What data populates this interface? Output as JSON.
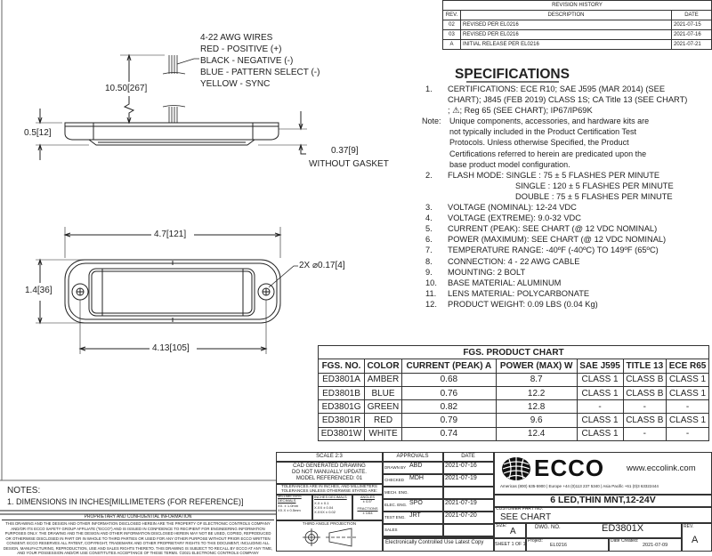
{
  "revision_history": {
    "title": "REVISION HISTORY",
    "headers": [
      "REV.",
      "DESCRIPTION",
      "DATE"
    ],
    "rows": [
      [
        "02",
        "REVISED PER EL0216",
        "2021-07-15"
      ],
      [
        "03",
        "REVISED PER EL0216",
        "2021-07-16"
      ],
      [
        "A",
        "INITIAL RELEASE PER EL0216",
        "2021-07-21"
      ]
    ]
  },
  "side_view": {
    "wires": [
      "4-22 AWG WIRES",
      "RED - POSITIVE (+)",
      "BLACK - NEGATIVE (-)",
      "BLUE - PATTERN SELECT (-)",
      "YELLOW - SYNC"
    ],
    "wire_length": "10.50[267]",
    "height": "0.5[12]",
    "height_no_gasket": "0.37[9]",
    "height_no_gasket_note": "WITHOUT GASKET"
  },
  "top_view": {
    "length": "4.7[121]",
    "width": "1.4[36]",
    "hole_spacing": "4.13[105]",
    "holes": "2X ⌀0.17[4]"
  },
  "specifications": {
    "title": "SPECIFICATIONS",
    "cert": [
      "1.",
      "CERTIFICATIONS: ECE R10; SAE J595 (MAR 2014) (SEE",
      "CHART); J845 (FEB 2019) CLASS 1S; CA Title 13 (SEE CHART)",
      "; ⚠; Reg 65 (SEE CHART);  IP67/IP69K"
    ],
    "note_label": "Note:",
    "note": [
      "Unique components, accessories, and hardware kits are",
      "not typically included in the Product Certification Test",
      "Protocols.  Unless otherwise Specified, the Product",
      "Certifications referred to herein are predicated upon the",
      "base product model configuration."
    ],
    "flash": [
      "2.",
      "FLASH MODE: SINGLE : 75 ± 5 FLASHES PER MINUTE",
      "SINGLE : 120 ± 5 FLASHES PER MINUTE",
      "DOUBLE : 75 ± 5 FLASHES PER MINUTE"
    ],
    "items": [
      [
        "3.",
        "VOLTAGE (NOMINAL): 12-24 VDC"
      ],
      [
        "4.",
        "VOLTAGE (EXTREME): 9.0-32 VDC"
      ],
      [
        "5.",
        "CURRENT (PEAK): SEE CHART (@ 12 VDC NOMINAL)"
      ],
      [
        "6.",
        "POWER (MAXIMUM): SEE CHART (@ 12 VDC NOMINAL)"
      ],
      [
        "7.",
        "TEMPERATURE RANGE: -40ºF (-40ºC) TO 149ºF (65ºC)"
      ],
      [
        "8.",
        "CONNECTION: 4 - 22 AWG CABLE"
      ],
      [
        "9.",
        "MOUNTING: 2 BOLT"
      ],
      [
        "10.",
        "BASE MATERIAL: ALUMINUM"
      ],
      [
        "11.",
        "LENS MATERIAL: POLYCARBONATE"
      ],
      [
        "12.",
        "PRODUCT WEIGHT: 0.09 LBS (0.04 Kg)"
      ]
    ]
  },
  "product_chart": {
    "title": "FGS. PRODUCT CHART",
    "headers": [
      "FGS. NO.",
      "COLOR",
      "CURRENT (PEAK) A",
      "POWER (MAX) W",
      "SAE J595",
      "TITLE 13",
      "ECE R65"
    ],
    "rows": [
      [
        "ED3801A",
        "AMBER",
        "0.68",
        "8.7",
        "CLASS 1",
        "CLASS B",
        "CLASS 1"
      ],
      [
        "ED3801B",
        "BLUE",
        "0.76",
        "12.2",
        "CLASS 1",
        "CLASS B",
        "CLASS 1"
      ],
      [
        "ED3801G",
        "GREEN",
        "0.82",
        "12.8",
        "-",
        "-",
        "-"
      ],
      [
        "ED3801R",
        "RED",
        "0.79",
        "9.6",
        "CLASS 1",
        "CLASS B",
        "CLASS 1"
      ],
      [
        "ED3801W",
        "WHITE",
        "0.74",
        "12.4",
        "CLASS 1",
        "-",
        "-"
      ]
    ]
  },
  "notes": {
    "title": "NOTES:",
    "items": [
      "1. DIMENSIONS IN INCHES[MILLIMETERS (FOR REFERENCE)]"
    ]
  },
  "proprietary": {
    "title": "PROPRIETARY AND CONFIDENTIAL INFORMATION",
    "text": "THIS DRAWING AND THE DESIGN AND OTHER INFORMATION DISCLOSED HEREIN ARE THE PROPERTY OF ELECTRONIC CONTROLS COMPANY AND/OR ITS ECCO SAFETY GROUP AFFILIATE (\"ECCO\") AND IS ISSUED IN CONFIDENCE TO RECIPIENT FOR ENGINEERING INFORMATION PURPOSES ONLY. THE DRAWING AND THE DESIGN AND OTHER INFORMATION DISCLOSED HEREIN MAY NOT BE USED, COPIED, REPRODUCED OR OTHERWISE DISCLOSED IN PART OR IN WHOLE TO THIRD PARTIES OR USED FOR ANY OTHER PURPOSE WITHOUT PRIOR ECCO WRITTEN CONSENT. ECCO RESERVES ALL PATENT, COPYRIGHT, TRADEMARK AND OTHER PROPRIETARY RIGHTS TO THIS DOCUMENT, INCLUDING ALL DESIGN, MANUFACTURING, REPRODUCTION, USE AND SALES RIGHTS THERETO. THIS DRAWING IS SUBJECT TO RECALL BY ECCO AT ANY TIME, AND YOUR POSSESSION AND/OR USE CONSTITUTES ACCEPTANCE OF THESE TERMS. ©2021 ELECTRONIC CONTROLS COMPANY"
  },
  "title_block": {
    "scale": "SCALE 2:3",
    "cad": [
      "CAD GENERATED DRAWING",
      "DO NOT MANUALLY UPDATE.",
      "MODEL REFERENCED: 01"
    ],
    "tolerances": [
      "TOLERANCES ARE IN INCHES, AND MILLIMETERS",
      "TOLERANCES UNLESS OTHERWISE STATED ARE:"
    ],
    "tol_mm_title": "MILLIMETERS DECIMALS",
    "tol_mm": [
      "XX. ± 1.0mm",
      "XX.X ± 0.5mm"
    ],
    "tol_in_title": "INCHES DECIMALS",
    "tol_in": [
      "X.X ± 0.1",
      "X.XX ± 0.04",
      "X.XXX ± 0.02"
    ],
    "angles_title": "ANGLES",
    "angles": "± 0.5°",
    "fractions_title": "FRACTIONS",
    "fractions": "± 1/64",
    "projection": "THIRD ANGLE PROJECTION",
    "approvals_header": "APPROVALS",
    "date_header": "DATE",
    "approvals": [
      [
        "DRAWN BY",
        "ABD",
        "2021-07-16"
      ],
      [
        "CHECKED",
        "MDH",
        "2021-07-19"
      ],
      [
        "MECH. ENG.",
        "",
        ""
      ],
      [
        "ELEC. ENG.",
        "SPO",
        "2021-07-19"
      ],
      [
        "TEST ENG.",
        "JRT",
        "2021-07-20"
      ],
      [
        "SALES",
        "",
        ""
      ]
    ],
    "controlled": "Electronically Controlled Use Latest Copy",
    "brand": "ECCO",
    "website": "www.eccolink.com",
    "contacts": "Americas (800) 635-5900   |   Europe +44 (0)113 237 5340   |   Asia Pacific +61 (0)3 63322444",
    "description": "6 LED,THIN MNT,12-24V",
    "customer_part_label": "CUSTOMER PART NO.",
    "customer_part": "SEE CHART",
    "size_label": "SIZE:",
    "size": "A",
    "dwg_label": "DWG. NO.",
    "dwg": "ED3801X",
    "rev_label": "REV.",
    "rev": "A",
    "sheet": "SHEET 1 OF 1",
    "project_label": "Project:",
    "project": "EL0216",
    "date_created_label": "Date Created:",
    "date_created": "2021-07-09"
  }
}
